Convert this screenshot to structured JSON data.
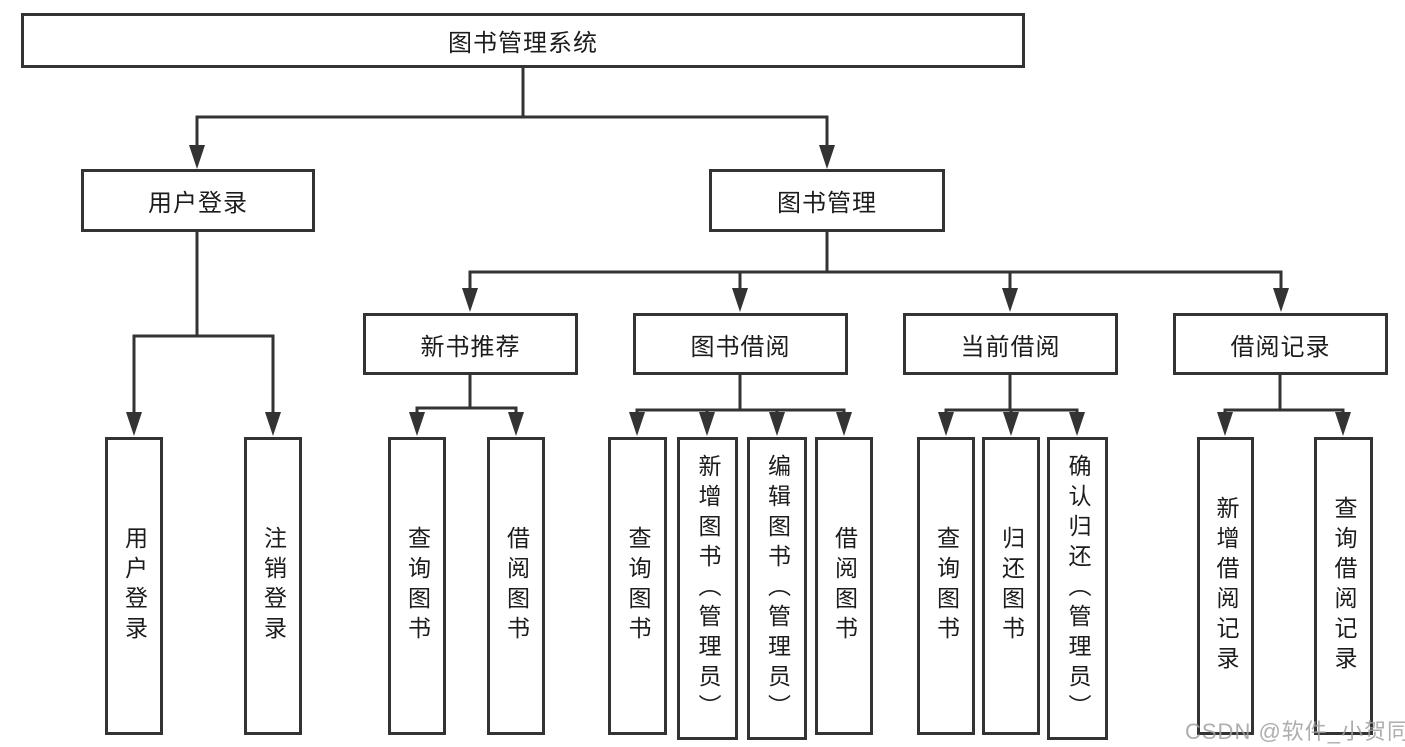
{
  "diagram": {
    "root": {
      "label": "图书管理系统"
    },
    "level2": {
      "user_login": {
        "label": "用户登录"
      },
      "book_mgmt": {
        "label": "图书管理"
      }
    },
    "level3": {
      "new_book": {
        "label": "新书推荐"
      },
      "borrow": {
        "label": "图书借阅"
      },
      "current": {
        "label": "当前借阅"
      },
      "records": {
        "label": "借阅记录"
      }
    },
    "leaves": {
      "user_login": [
        "用户登录",
        "注销登录"
      ],
      "new_book": [
        "查询图书",
        "借阅图书"
      ],
      "borrow": [
        "查询图书",
        "新增图书（管理员）",
        "编辑图书（管理员）",
        "借阅图书"
      ],
      "current": [
        "查询图书",
        "归还图书",
        "确认归还（管理员）"
      ],
      "records": [
        "新增借阅记录",
        "查询借阅记录"
      ]
    },
    "watermark": "CSDN @软件_小贺同学",
    "colors": {
      "line": "#333333",
      "text": "#1c1c1c",
      "background": "#ffffff",
      "watermark": "#a0a0a0"
    }
  }
}
